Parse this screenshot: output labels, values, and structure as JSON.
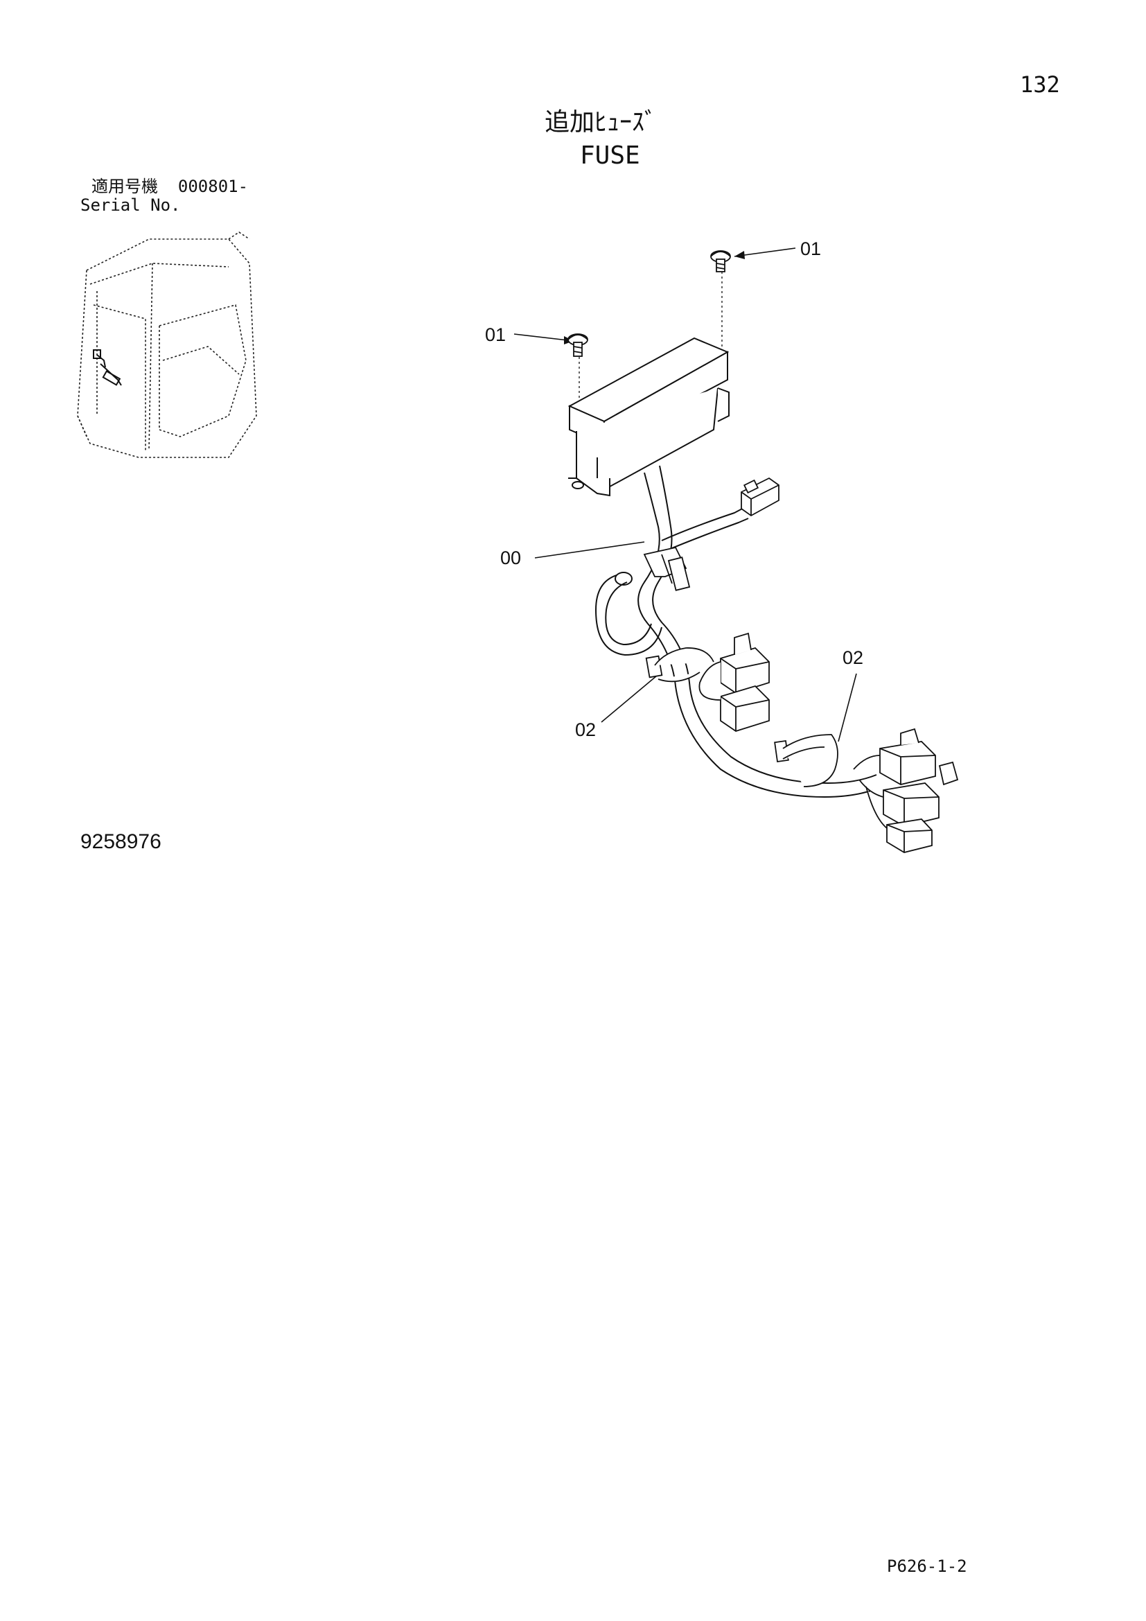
{
  "page_number": "132",
  "title": {
    "japanese": "追加ﾋｭｰｽﾞ",
    "english": "FUSE"
  },
  "serial": {
    "japanese_label": "適用号機",
    "range": "000801-",
    "english_label": "Serial No."
  },
  "drawing_number": "9258976",
  "sheet_reference": "P626-1-2",
  "callouts": [
    {
      "label": "01",
      "part": "upper-bolt"
    },
    {
      "label": "01",
      "part": "lower-bolt"
    },
    {
      "label": "00",
      "part": "fuse-harness"
    },
    {
      "label": "02",
      "part": "right-clamp"
    },
    {
      "label": "02",
      "part": "left-clamp"
    }
  ]
}
